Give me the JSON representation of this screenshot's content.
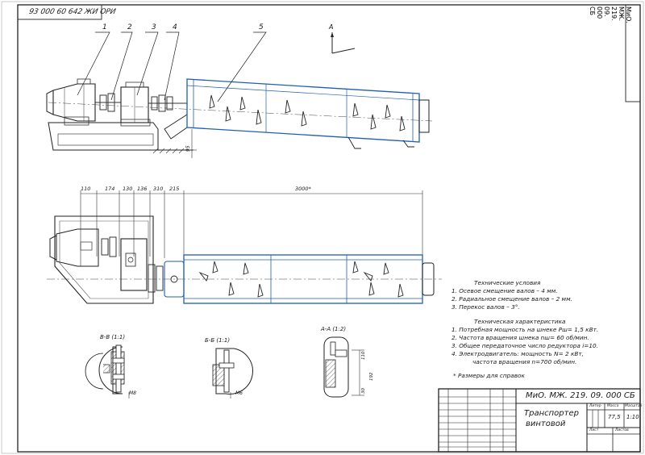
{
  "drawing": {
    "top_code": "93 000 60 642 ЖИ ОРИ",
    "corner_code": "МиО. МЖ. 219. 09. 000 СБ",
    "callouts": [
      "1",
      "2",
      "3",
      "4",
      "5"
    ],
    "dimensions": {
      "top": [
        "110",
        "174",
        "130",
        "136",
        "310",
        "215",
        "3000*"
      ],
      "height_mark": "95",
      "section_m8": "М8",
      "section_m6": "М6",
      "section_aa": [
        "110",
        "192",
        "30"
      ]
    },
    "sections": {
      "vv": "В-В (1:1)",
      "bb": "Б-Б (1:1)",
      "aa": "А-А (1:2)"
    },
    "view_arrow": "А",
    "tech_conditions": {
      "title": "Технические условия",
      "lines": [
        "1. Осевое смещение валов – 4 мм.",
        "2. Радиальное смещение валов – 2 мм.",
        "3. Перекос валов – 3°."
      ]
    },
    "tech_specs": {
      "title": "Техническая характеристика",
      "lines": [
        "1. Потребная мощность на шнеке Pш= 1,5 кВт.",
        "2. Частота вращения шнека nш= 60 об/мин.",
        "3. Общее передаточное число редуктора i=10.",
        "4. Электродвигатель: мощность N= 2 кВт,",
        "частота вращения n=700 об/мин."
      ]
    },
    "reference_note": "* Размеры для справок"
  },
  "title_block": {
    "doc_code": "МиО. МЖ. 219. 09. 000 СБ",
    "name_line1": "Транспортер",
    "name_line2": "винтовой",
    "col_headers": [
      "Литер",
      "Масса",
      "Масштаб"
    ],
    "mass": "77,5",
    "scale": "1:10",
    "sheet": "Лист",
    "sheets": "Листов"
  }
}
